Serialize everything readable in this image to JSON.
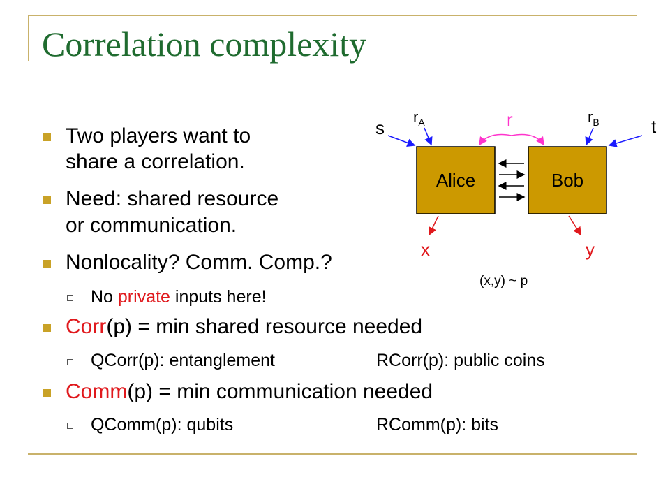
{
  "slide": {
    "title": "Correlation complexity",
    "bullets": {
      "b1_line1": "Two players want to",
      "b1_line2": "share a correlation.",
      "b2_line1": "Need: shared resource",
      "b2_line2": "or communication.",
      "b3": "Nonlocality?  Comm. Comp.?",
      "b3_sub_pre": "No ",
      "b3_sub_red": "private",
      "b3_sub_post": " inputs here!",
      "b4_red": "Corr",
      "b4_rest": "(p) = min shared resource needed",
      "b4_sub_left": "QCorr(p): entanglement",
      "b4_sub_right": "RCorr(p): public coins",
      "b5_red": "Comm",
      "b5_rest": "(p) = min communication needed",
      "b5_sub_left": "QComm(p): qubits",
      "b5_sub_right": "RComm(p): bits"
    },
    "diagram": {
      "alice": "Alice",
      "bob": "Bob",
      "s": "s",
      "t": "t",
      "rA_base": "r",
      "rA_sub": "A",
      "rB_base": "r",
      "rB_sub": "B",
      "r": "r",
      "x": "x",
      "y": "y",
      "dist": "(x,y) ~ p",
      "colors": {
        "box_fill": "#cc9900",
        "input_arrow": "#1a1aff",
        "output_arrow": "#e0191d",
        "shared_arrow": "#ff33cc"
      }
    },
    "colors": {
      "title": "#1f6b2f",
      "bullet": "#c9a227",
      "accent": "#e0191d",
      "rule": "#c9b26b"
    }
  }
}
